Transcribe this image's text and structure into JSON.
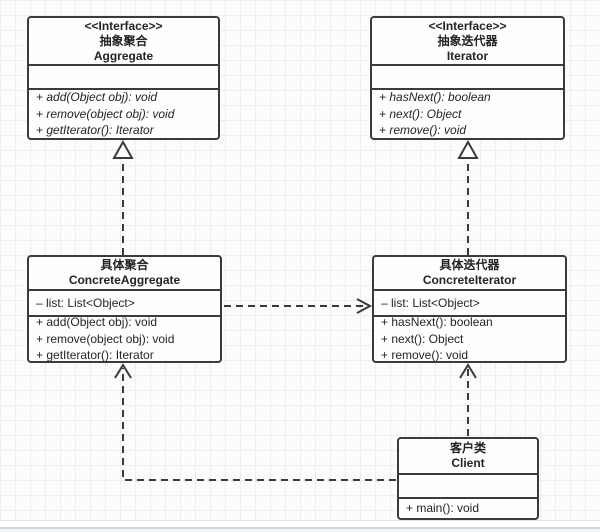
{
  "diagram": {
    "kind": "uml-class-diagram",
    "pattern": "Iterator",
    "classes": [
      {
        "id": "aggregate",
        "stereotype": "<<Interface>>",
        "name_cn": "抽象聚合",
        "name_en": "Aggregate",
        "attributes": [],
        "methods": [
          "+ add(Object obj): void",
          "+ remove(object obj): void",
          "+ getIterator(): Iterator"
        ],
        "methods_italic": true
      },
      {
        "id": "iterator",
        "stereotype": "<<Interface>>",
        "name_cn": "抽象迭代器",
        "name_en": "Iterator",
        "attributes": [],
        "methods": [
          "+ hasNext(): boolean",
          "+ next(): Object",
          "+ remove(): void"
        ],
        "methods_italic": true
      },
      {
        "id": "concrete-aggregate",
        "stereotype": "",
        "name_cn": "具体聚合",
        "name_en": "ConcreteAggregate",
        "attributes": [
          "– list: List<Object>"
        ],
        "methods": [
          "+ add(Object obj): void",
          "+ remove(object obj): void",
          "+ getIterator(): Iterator"
        ],
        "methods_italic": false
      },
      {
        "id": "concrete-iterator",
        "stereotype": "",
        "name_cn": "具体迭代器",
        "name_en": "ConcreteIterator",
        "attributes": [
          "– list: List<Object>"
        ],
        "methods": [
          "+ hasNext(): boolean",
          "+ next(): Object",
          "+ remove(): void"
        ],
        "methods_italic": false
      },
      {
        "id": "client",
        "stereotype": "",
        "name_cn": "客户类",
        "name_en": "Client",
        "attributes": [],
        "methods": [
          "+ main(): void"
        ],
        "methods_italic": false
      }
    ],
    "relationships": [
      {
        "from": "ConcreteAggregate",
        "to": "Aggregate",
        "type": "realization",
        "line": "dashed",
        "arrowhead": "hollow-triangle"
      },
      {
        "from": "ConcreteIterator",
        "to": "Iterator",
        "type": "realization",
        "line": "dashed",
        "arrowhead": "hollow-triangle"
      },
      {
        "from": "ConcreteAggregate",
        "to": "ConcreteIterator",
        "type": "dependency",
        "line": "dashed",
        "arrowhead": "open"
      },
      {
        "from": "Client",
        "to": "ConcreteAggregate",
        "type": "dependency",
        "line": "dashed",
        "arrowhead": "open"
      },
      {
        "from": "Client",
        "to": "ConcreteIterator",
        "type": "dependency",
        "line": "dashed",
        "arrowhead": "open"
      }
    ],
    "colors": {
      "box_border": "#3b3b3b",
      "box_fill": "#fefefe",
      "text": "#242424",
      "canvas_background": "#fcfcfc",
      "grid_line": "#eeeeee",
      "bottom_edge_line": "#ccd8df"
    }
  }
}
